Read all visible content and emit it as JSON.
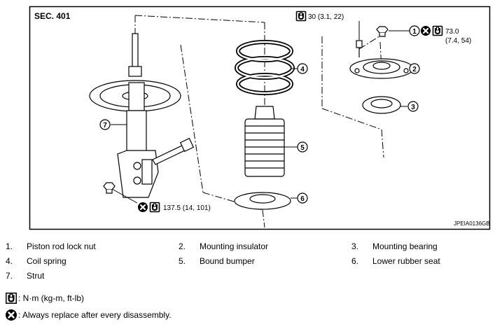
{
  "diagram": {
    "section": "SEC. 401",
    "code": "JPEIA0136GB",
    "callouts": [
      "1",
      "2",
      "3",
      "4",
      "5",
      "6",
      "7"
    ],
    "torque_top": "30 (3.1, 22)",
    "torque_nut_line1": "73.0",
    "torque_nut_line2": "(7.4, 54)",
    "torque_bottom": "137.5 (14, 101)"
  },
  "legend": {
    "items": [
      {
        "num": "1.",
        "label": "Piston rod lock nut"
      },
      {
        "num": "2.",
        "label": "Mounting insulator"
      },
      {
        "num": "3.",
        "label": "Mounting bearing"
      },
      {
        "num": "4.",
        "label": "Coil spring"
      },
      {
        "num": "5.",
        "label": "Bound bumper"
      },
      {
        "num": "6.",
        "label": "Lower rubber seat"
      },
      {
        "num": "7.",
        "label": "Strut"
      }
    ]
  },
  "notes": {
    "torque_unit": ": N·m (kg-m, ft-lb)",
    "replace": ": Always replace after every disassembly."
  },
  "icons": {
    "torque": "torque-wrench-icon",
    "replace": "always-replace-icon"
  }
}
